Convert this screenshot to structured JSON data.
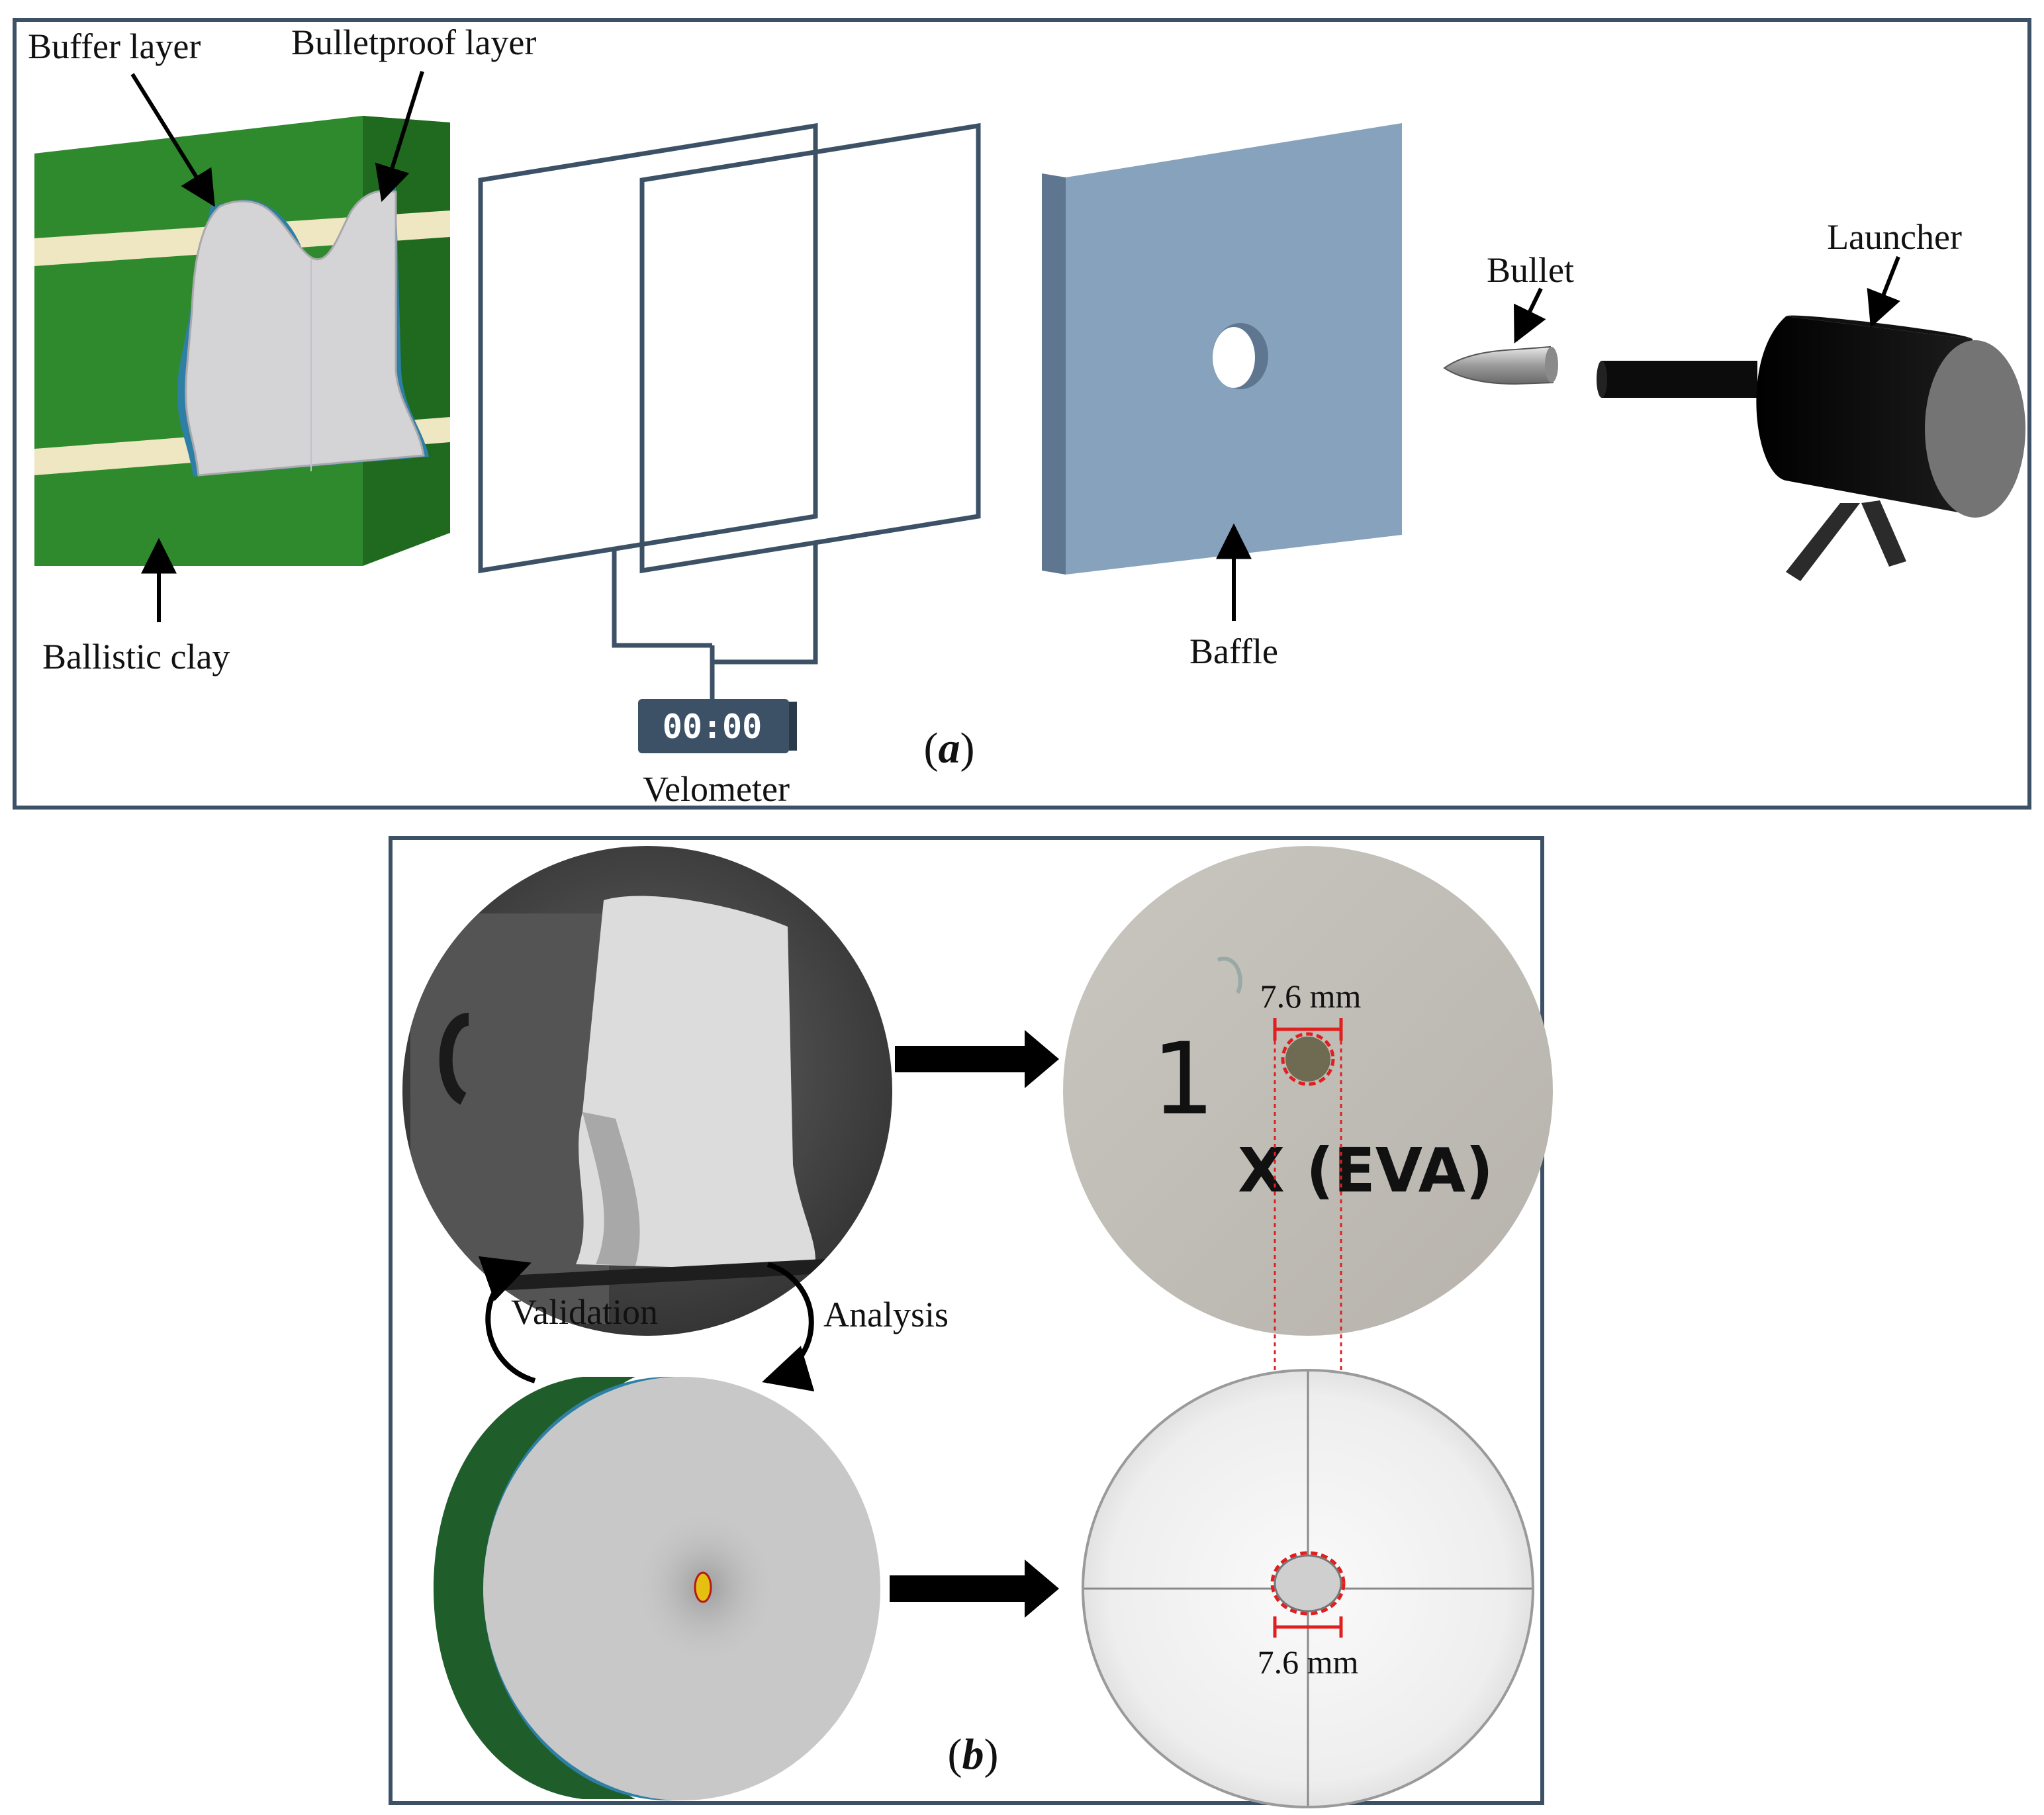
{
  "panel_a": {
    "labels": {
      "buffer_layer": "Buffer layer",
      "bulletproof_layer": "Bulletproof layer",
      "ballistic_clay": "Ballistic clay",
      "velometer": "Velometer",
      "velometer_display": "00:00",
      "baffle": "Baffle",
      "bullet": "Bullet",
      "launcher": "Launcher"
    },
    "caption_open": "(",
    "caption_letter": "a",
    "caption_close": ")"
  },
  "panel_b": {
    "labels": {
      "validation": "Validation",
      "analysis": "Analysis",
      "measure_top": "7.6 mm",
      "measure_bottom": "7.6 mm",
      "sample_number": "1",
      "sample_mark": "X (EVA)"
    },
    "caption_open": "(",
    "caption_letter": "b",
    "caption_close": ")"
  },
  "colors": {
    "frame": "#3d5166",
    "clay_green": "#2f8a2e",
    "clay_green_dark": "#1f6a1f",
    "buffer_blue": "#2e7fa5",
    "vest_gray": "#d4d4d6",
    "strap": "#efe6c2",
    "baffle_blue": "#87a2bd",
    "baffle_side": "#5f7690",
    "velometer_box": "#3d5166",
    "launcher": "#0c0c0c",
    "model_green": "#1f5e2b",
    "model_blue": "#2e7fa5",
    "measure_red": "#e02020"
  }
}
